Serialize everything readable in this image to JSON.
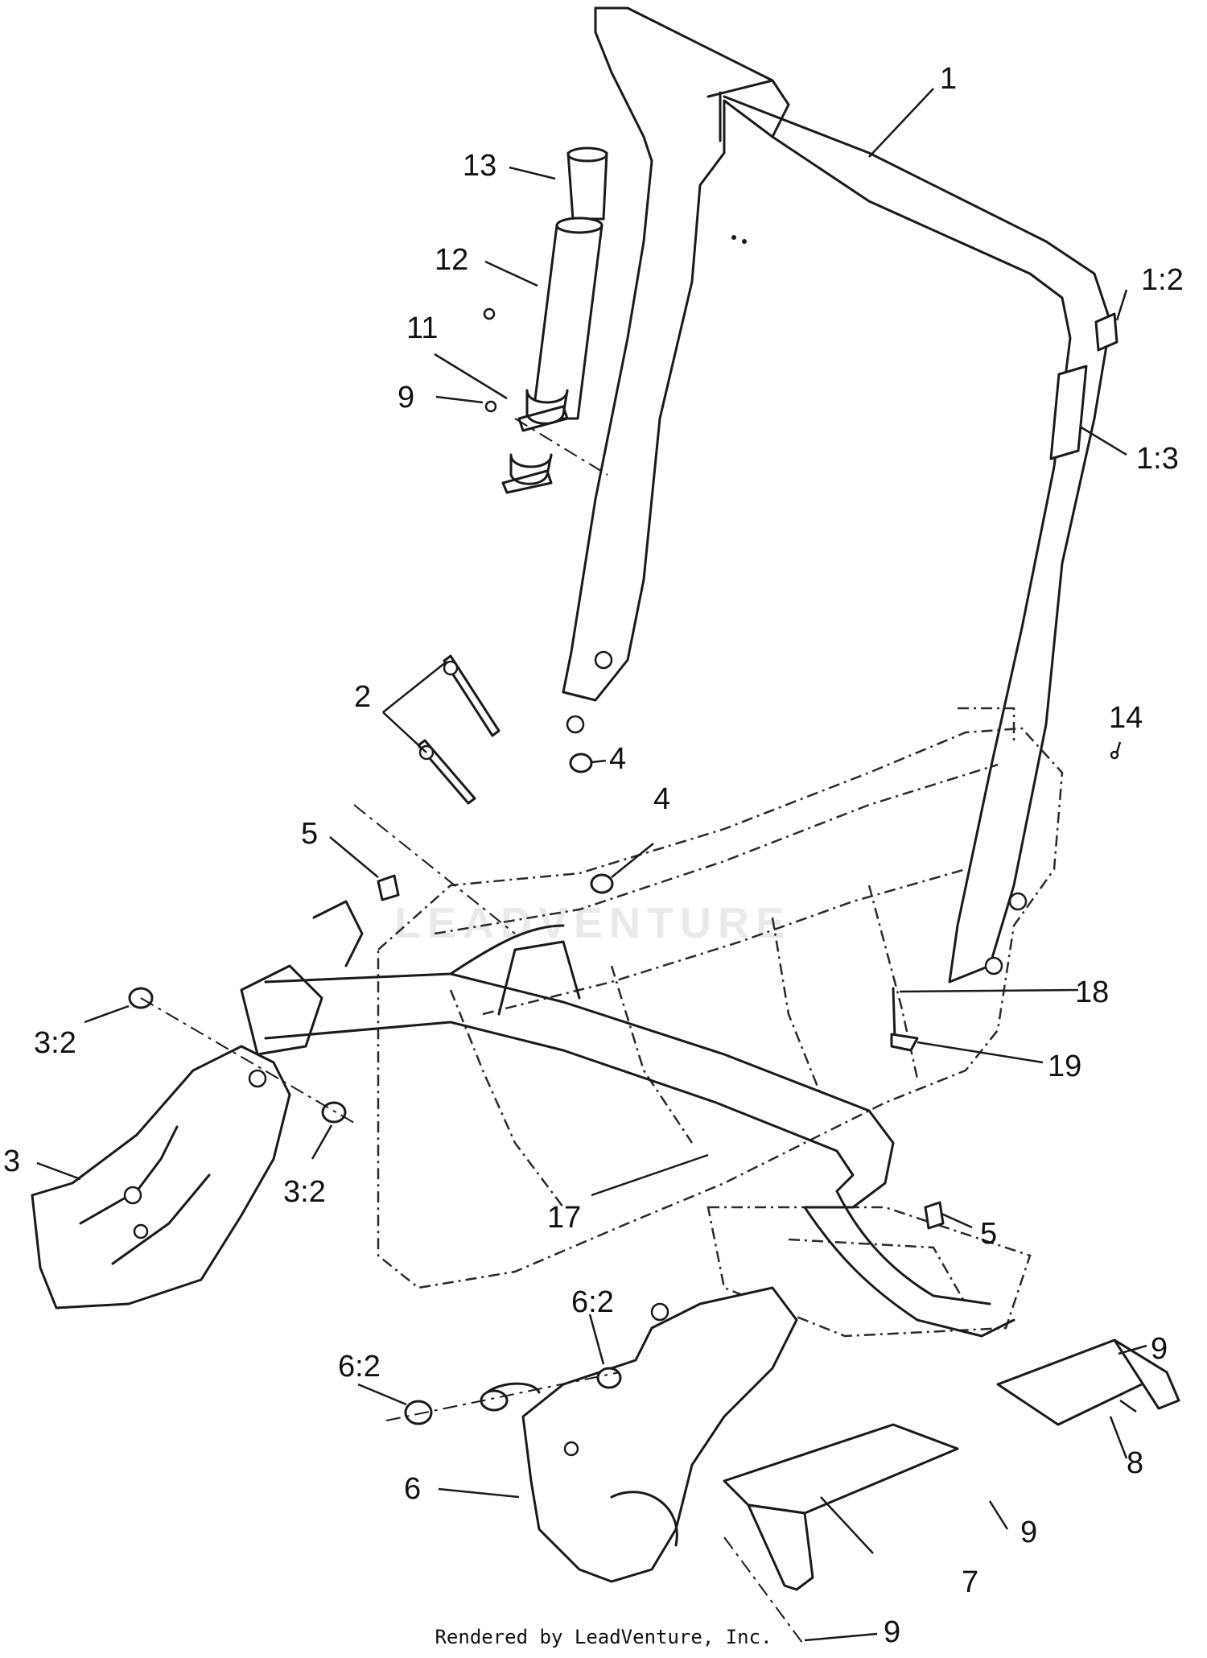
{
  "labels": {
    "l1": "1",
    "l1_2": "1:2",
    "l1_3": "1:3",
    "l2": "2",
    "l3": "3",
    "l3_2a": "3:2",
    "l3_2b": "3:2",
    "l4a": "4",
    "l4b": "4",
    "l5a": "5",
    "l5b": "5",
    "l6": "6",
    "l6_2a": "6:2",
    "l6_2b": "6:2",
    "l7": "7",
    "l8": "8",
    "l9a": "9",
    "l9b": "9",
    "l9c": "9",
    "l9d": "9",
    "l11": "11",
    "l12": "12",
    "l13": "13",
    "l14": "14",
    "l17": "17",
    "l18": "18",
    "l19": "19"
  },
  "watermark": "LEADVENTURE",
  "footer": "Rendered by LeadVenture, Inc."
}
